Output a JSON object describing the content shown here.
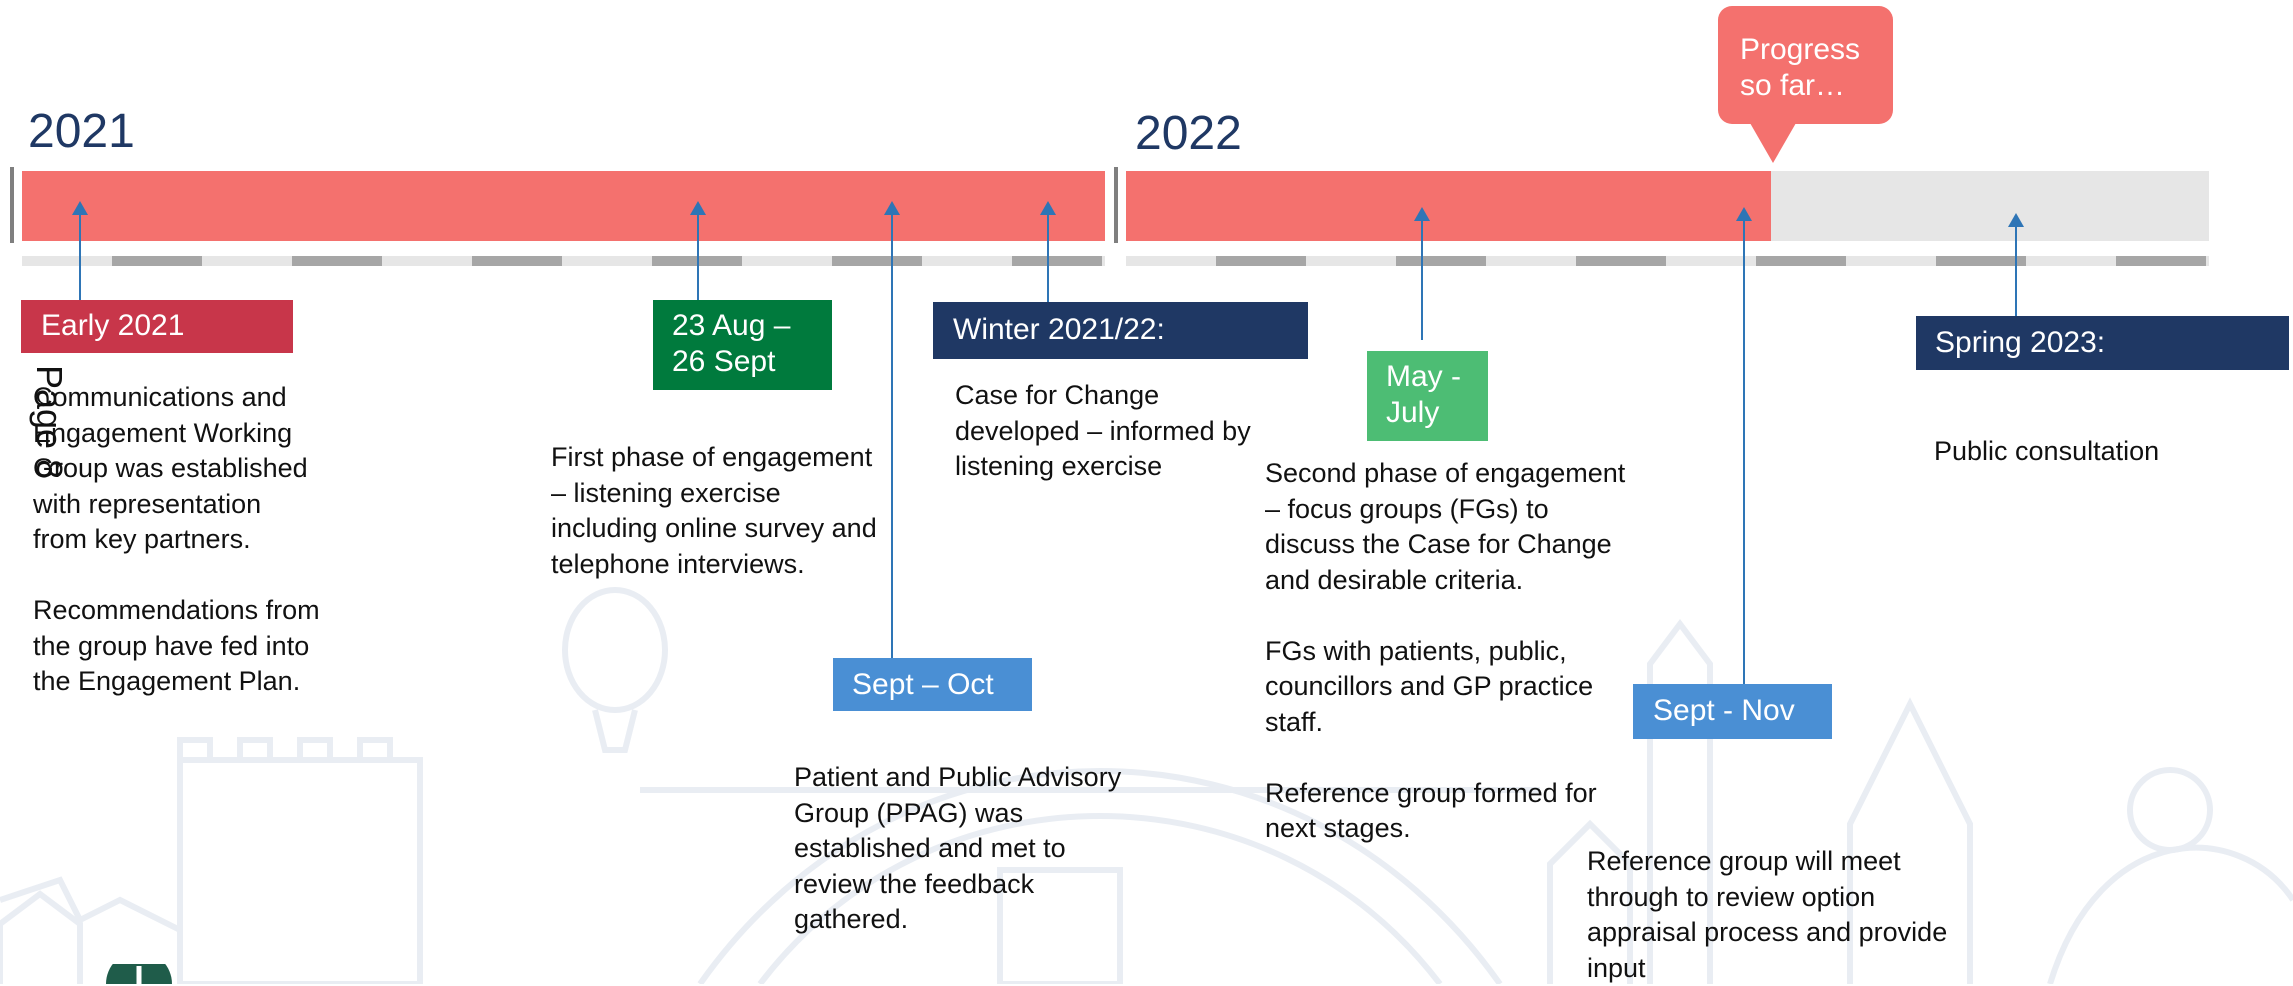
{
  "years": {
    "first": "2021",
    "second": "2022"
  },
  "callout": {
    "text": "Progress\nso far…"
  },
  "page_number": "Page 8",
  "colors": {
    "timeline_done": "#f4716e",
    "timeline_remaining": "#e6e6e6",
    "arrow": "#2e75b6",
    "label_red": "#c8364a",
    "label_dark_green": "#007a3d",
    "label_navy": "#1f3864",
    "label_green": "#4dbd74",
    "label_blue": "#4a8fd4",
    "year_text": "#1f3864"
  },
  "milestones": [
    {
      "label": "Early 2021",
      "description": "Communications and\nEngagement Working\nGroup was established\nwith representation\nfrom key partners.\n\nRecommendations from\nthe group have fed into\nthe Engagement Plan."
    },
    {
      "label": "23 Aug –\n26 Sept",
      "description": "First phase of engagement\n– listening exercise\nincluding online survey and\ntelephone interviews."
    },
    {
      "label": "Sept – Oct",
      "description": "Patient and Public Advisory\nGroup (PPAG) was\nestablished and met to\nreview the feedback\ngathered."
    },
    {
      "label": "Winter 2021/22:",
      "description": "Case for Change\ndeveloped – informed by\nlistening exercise"
    },
    {
      "label": "May -\nJuly",
      "description": "Second phase of engagement\n– focus groups (FGs) to\ndiscuss the Case for Change\nand desirable criteria.\n\nFGs with patients, public,\ncouncillors and GP practice\nstaff.\n\nReference group formed for\nnext stages."
    },
    {
      "label": "Sept - Nov",
      "description": "Reference group will meet\nthrough to review option\nappraisal process and provide\ninput"
    },
    {
      "label": "Spring 2023:",
      "description": "Public consultation"
    }
  ]
}
